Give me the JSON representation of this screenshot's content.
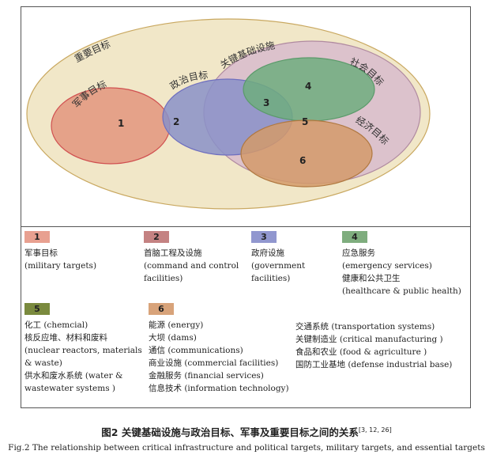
{
  "diagram": {
    "regions": {
      "essential": "重要目标",
      "critical_infra": "关键基础设施",
      "military": "军事目标",
      "political": "政治目标",
      "social": "社会目标",
      "economic": "经济目标"
    },
    "numbers": [
      "1",
      "2",
      "3",
      "4",
      "5",
      "6"
    ],
    "colors": {
      "essential": "#f1e7c8",
      "critical_infra": "#dcc2cc",
      "military": "#e39a82",
      "political": "#9096cc",
      "social": "#76ae83",
      "economic": "#d5a074"
    }
  },
  "legend": {
    "groups": [
      {
        "number": "1",
        "color": "#e8a090",
        "lines": [
          "军事目标",
          "(military targets)"
        ]
      },
      {
        "number": "2",
        "color": "#c48282",
        "lines": [
          "首脑工程及设施",
          "(command and control",
          "facilities)"
        ]
      },
      {
        "number": "3",
        "color": "#9197cf",
        "lines": [
          "政府设施",
          "(government",
          "facilities)"
        ]
      },
      {
        "number": "4",
        "color": "#7fad7e",
        "lines": [
          "应急服务",
          "(emergency services)",
          "健康和公共卫生",
          "(healthcare & public health)"
        ]
      },
      {
        "number": "5",
        "color": "#7a8a3e",
        "lines": [
          "化工 (chemcial)",
          "核反应堆、材料和废料",
          "(nuclear reactors, materials",
          "& waste)",
          "供水和废水系统 (water &",
          "wastewater systems )"
        ]
      },
      {
        "number": "6",
        "color": "#d8a37a",
        "lines": [
          "能源 (energy)",
          "大坝 (dams)",
          "通信 (communications)",
          "商业设施 (commercial facilities)",
          "金融服务 (financial services)",
          "信息技术 (information technology)"
        ]
      }
    ],
    "extra_lines": [
      "交通系统 (transportation systems)",
      "关键制造业 (critical manufacturing )",
      "食品和农业 (food & agriculture )",
      "国防工业基地 (defense industrial base)"
    ]
  },
  "caption": {
    "cn": "图2  关键基础设施与政治目标、军事及重要目标之间的关系",
    "cn_refs": "[3, 12, 26]",
    "en": "Fig.2   The relationship between critical infrastructure and political targets, military targets, and essential targets"
  }
}
